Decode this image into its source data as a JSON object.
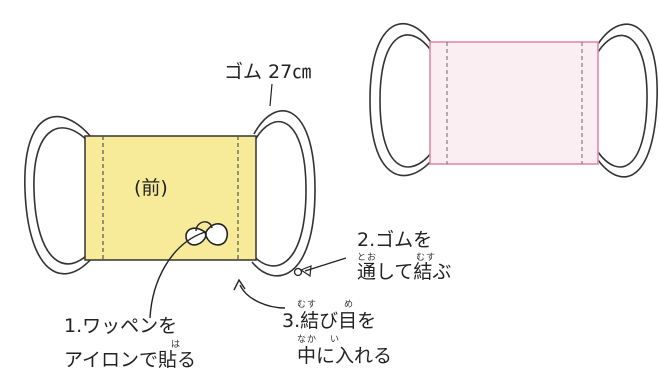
{
  "colors": {
    "left_panel_fill": "#f7ea99",
    "right_panel_fill": "#fbeef2",
    "right_panel_stroke": "#e58aa6",
    "outline": "#333333"
  },
  "labels": {
    "elastic": "ゴム 27㎝",
    "front": "(前)",
    "step1_line1": "1.ワッペンを",
    "step1_line2": "アイロンで貼る",
    "step1_ruby": "は",
    "step2_line1": "2.ゴムを",
    "step2_line2": "通して結ぶ",
    "step2_ruby_a": "とお",
    "step2_ruby_b": "むす",
    "step3_line1": "3.結び目を",
    "step3_line2": "中に入れる",
    "step3_ruby_a": "むす",
    "step3_ruby_b": "め",
    "step3_ruby_c": "なか",
    "step3_ruby_d": "い"
  }
}
